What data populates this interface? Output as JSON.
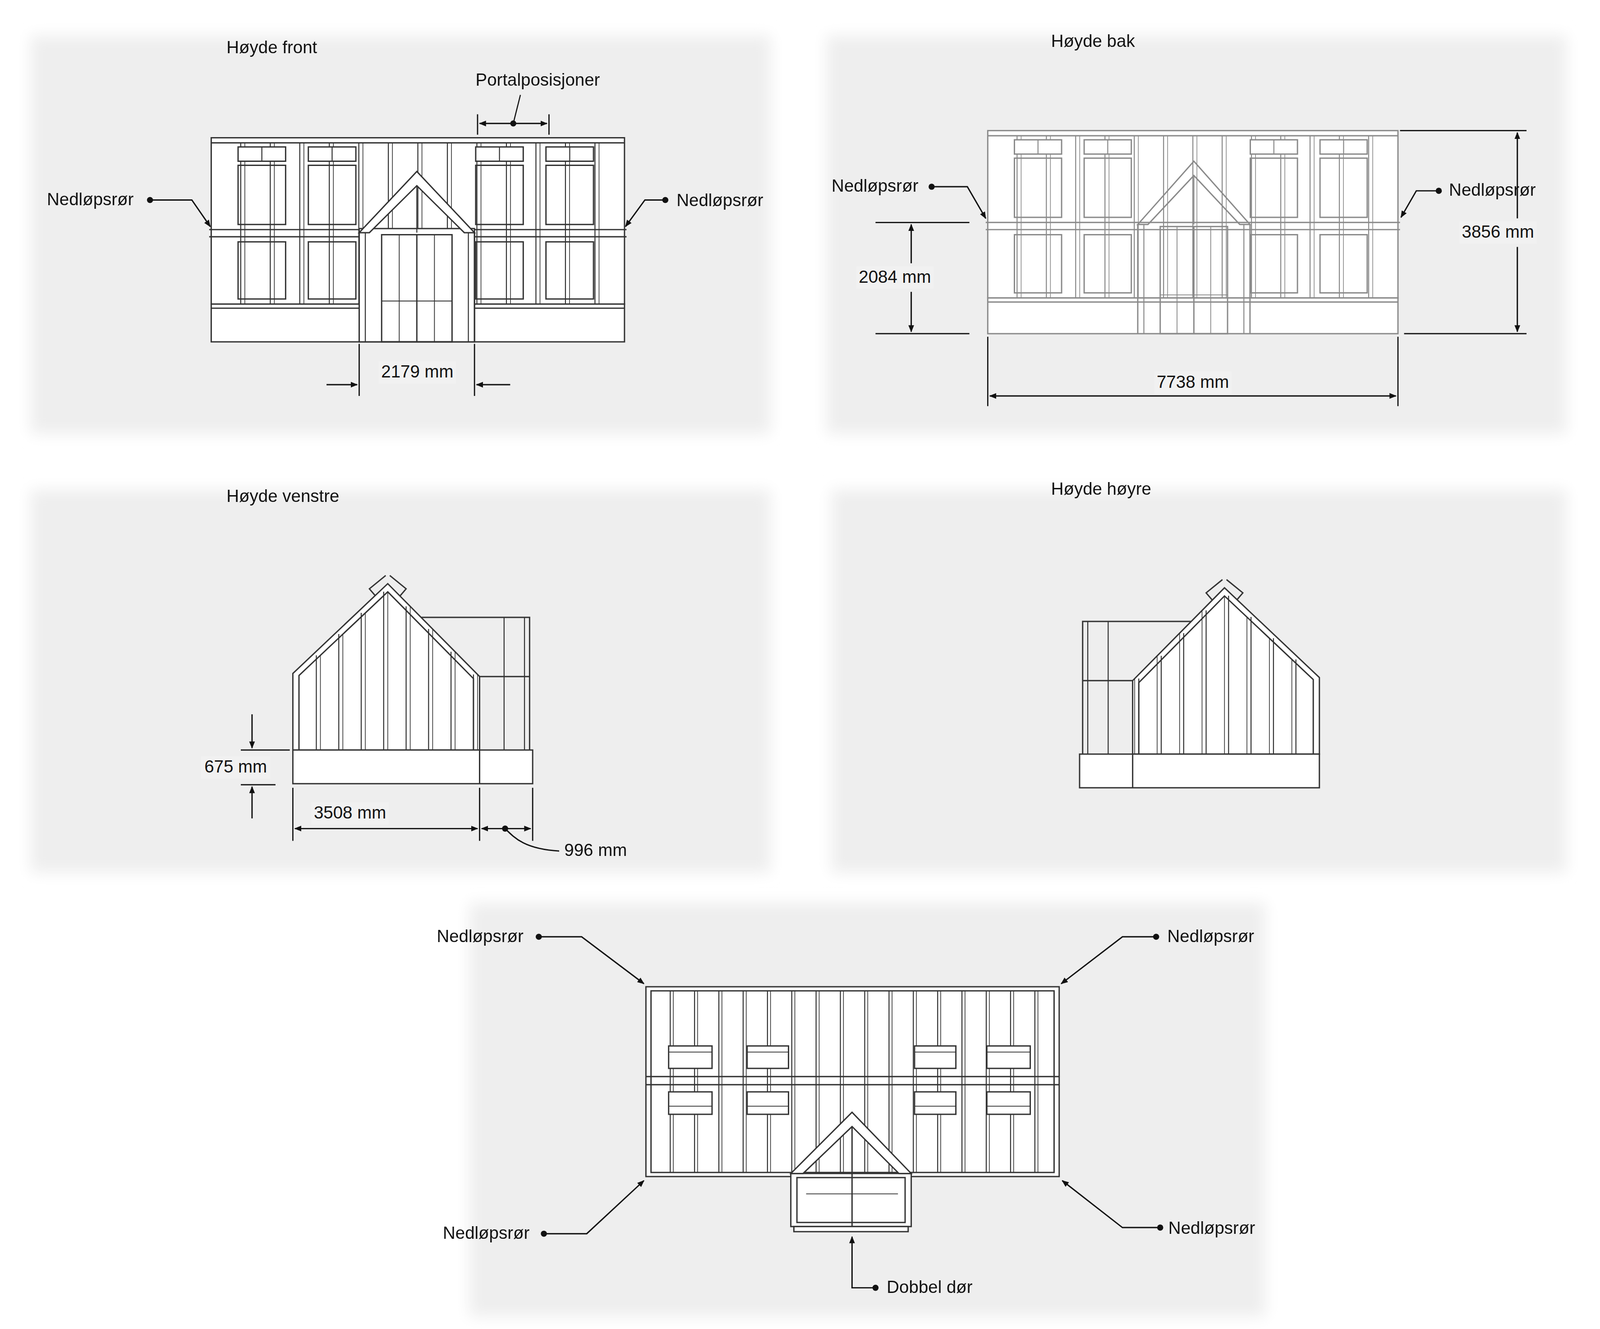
{
  "diagram": {
    "labels": [
      "Høyde front",
      "Portalposisjoner",
      "Nedløpsrør",
      "Nedløpsrør",
      "2179 mm",
      "Høyde bak",
      "Nedløpsrør",
      "Nedløpsrør",
      "2084 mm",
      "3856 mm",
      "7738 mm",
      "Høyde venstre",
      "675 mm",
      "3508 mm",
      "996 mm",
      "Høyde høyre",
      "Nedløpsrør",
      "Nedløpsrør",
      "Nedløpsrør",
      "Nedløpsrør",
      "Dobbel dør"
    ]
  }
}
